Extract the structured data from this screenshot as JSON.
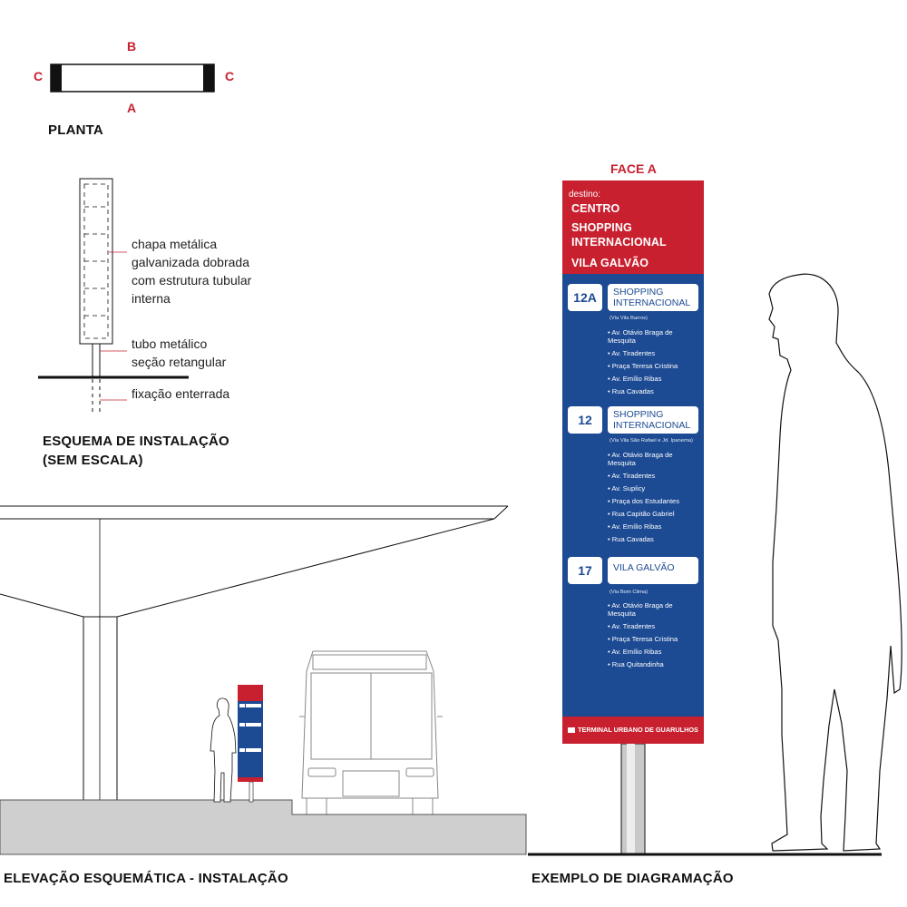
{
  "plan": {
    "label_b": "B",
    "label_a": "A",
    "label_c_left": "C",
    "label_c_right": "C",
    "title": "PLANTA"
  },
  "install": {
    "note1": [
      "chapa metálica",
      "galvanizada dobrada",
      "com estrutura tubular",
      "interna"
    ],
    "note2": [
      "tubo metálico",
      "seção retangular"
    ],
    "note3": "fixação enterrada",
    "title_line1": "ESQUEMA DE INSTALAÇÃO",
    "title_line2": "(SEM ESCALA)"
  },
  "elevation": {
    "title": "ELEVAÇÃO ESQUEMÁTICA - INSTALAÇÃO"
  },
  "example": {
    "face_label": "FACE A",
    "title": "EXEMPLO DE DIAGRAMAÇÃO"
  },
  "sign": {
    "destino_label": "destino:",
    "destinations": [
      "CENTRO",
      "SHOPPING",
      "INTERNACIONAL",
      "VILA GALVÃO"
    ],
    "routes": [
      {
        "number": "12A",
        "dest": [
          "SHOPPING",
          "INTERNACIONAL"
        ],
        "via": "(Via Vila Barros)",
        "stops": [
          "Av. Otávio Braga de Mesquita",
          "Av. Tiradentes",
          "Praça Teresa Cristina",
          "Av. Emílio Ribas",
          "Rua Cavadas"
        ]
      },
      {
        "number": "12",
        "dest": [
          "SHOPPING",
          "INTERNACIONAL"
        ],
        "via": "(Via Vila São Rafael e Jd. Ipanema)",
        "stops": [
          "Av. Otávio Braga de Mesquita",
          "Av. Tiradentes",
          "Av. Suplicy",
          "Praça dos Estudantes",
          "Rua Capitão Gabriel",
          "Av. Emílio Ribas",
          "Rua Cavadas"
        ]
      },
      {
        "number": "17",
        "dest": [
          "VILA GALVÃO"
        ],
        "via": "(Via Bom Clima)",
        "stops": [
          "Av. Otávio Braga de Mesquita",
          "Av. Tiradentes",
          "Praça Teresa Cristina",
          "Av. Emílio Ribas",
          "Rua Quitandinha"
        ]
      }
    ],
    "footer": "TERMINAL URBANO DE GUARULHOS"
  },
  "colors": {
    "accent_red": "#c8202f",
    "sign_blue": "#1c4a93"
  }
}
